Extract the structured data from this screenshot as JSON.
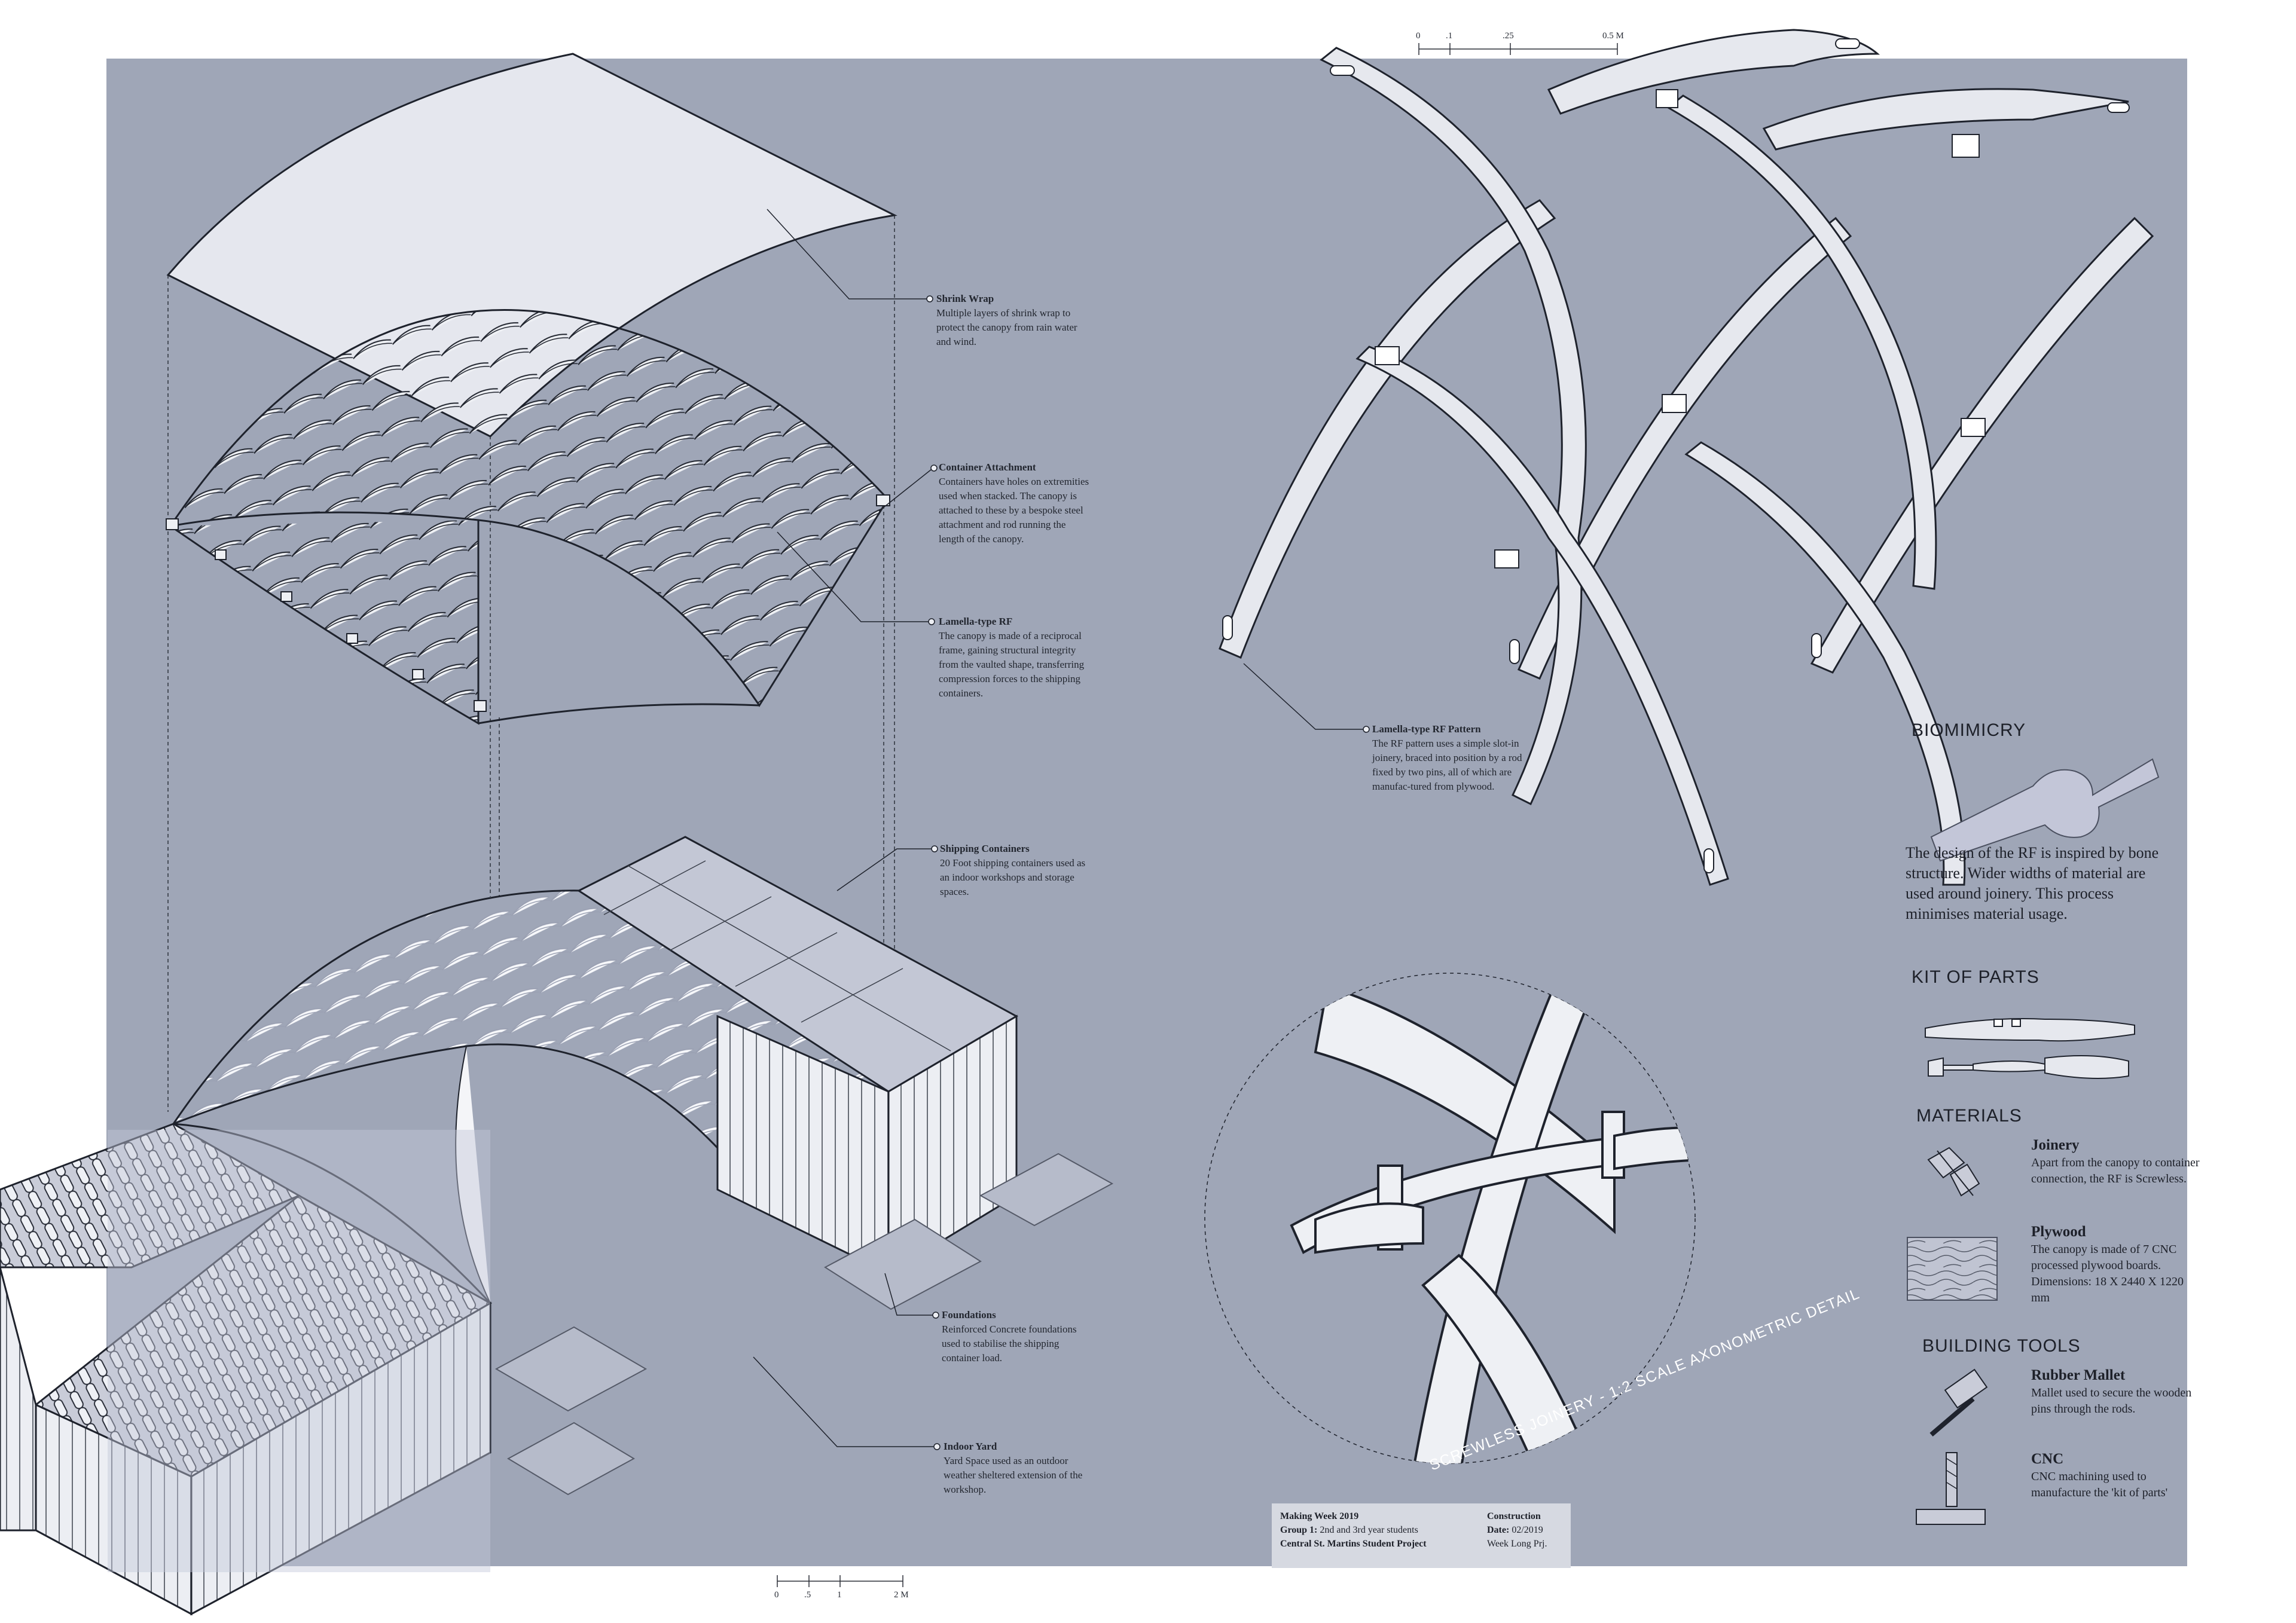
{
  "scale_top": {
    "ticks": [
      "0",
      ".1",
      ".25",
      "0.5 M"
    ]
  },
  "scale_bottom": {
    "ticks": [
      "0",
      ".5",
      "1",
      "2 M"
    ]
  },
  "callouts": [
    {
      "title": "Shrink Wrap",
      "text": "Multiple layers of shrink wrap to protect the canopy from rain water and wind."
    },
    {
      "title": "Container Attachment",
      "text": "Containers have holes on extremities used when stacked. The canopy is attached to these by a bespoke steel attachment and rod running the length of the canopy."
    },
    {
      "title": "Lamella-type RF",
      "text": "The canopy is made of a reciprocal frame, gaining structural integrity from the vaulted shape, transferring compression forces to the shipping containers."
    },
    {
      "title": "Shipping Containers",
      "text": "20 Foot shipping containers used as an indoor workshops and storage spaces."
    },
    {
      "title": "Foundations",
      "text": "Reinforced Concrete foundations used to stabilise the shipping container load."
    },
    {
      "title": "Indoor Yard",
      "text": "Yard Space used as an outdoor weather sheltered extension of the workshop."
    },
    {
      "title": "Lamella-type RF Pattern",
      "text": "The RF pattern uses a simple slot-in joinery, braced into position by a rod fixed by two pins, all of which are manufac-tured from plywood."
    }
  ],
  "detail_caption": "SCREWLESS JOINERY - 1:2 SCALE AXONOMETRIC DETAIL",
  "sections": {
    "biomimicry": "BIOMIMICRY",
    "biomimicry_text": "The design of the RF is inspired by bone structure. Wider widths of material are used around joinery. This process minimises material usage.",
    "kit": "KIT OF PARTS",
    "materials": "MATERIALS",
    "tools": "BUILDING TOOLS"
  },
  "materials": [
    {
      "title": "Joinery",
      "text": "Apart from the canopy to container connection, the RF is Screwless."
    },
    {
      "title": "Plywood",
      "text": "The canopy is made of 7 CNC processed plywood boards. Dimensions: 18 X 2440 X 1220 mm"
    }
  ],
  "tools": [
    {
      "title": "Rubber Mallet",
      "text": "Mallet used to secure the wooden pins through the rods."
    },
    {
      "title": "CNC",
      "text": "CNC machining used to manufacture the 'kit of parts'"
    }
  ],
  "info": {
    "l1": "Making Week 2019",
    "l2a": "Group 1:",
    "l2b": "2nd and 3rd year students",
    "l3": "Central St. Martins Student Project",
    "r1": "Construction",
    "r2a": "Date:",
    "r2b": "02/2019",
    "r3": "Week Long Prj."
  },
  "colors": {
    "panel": "#9fa6b7",
    "piece": "#e6e8ee",
    "line": "#1e222c",
    "highlight": "#b7bcd0"
  }
}
